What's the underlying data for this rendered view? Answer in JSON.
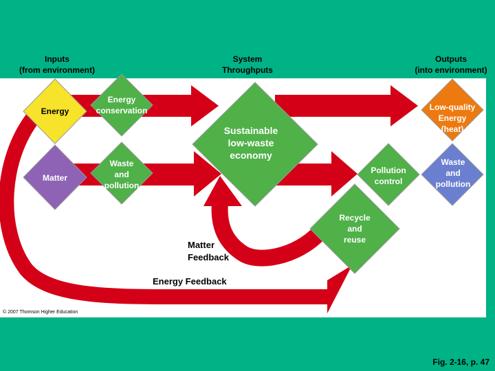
{
  "headers": {
    "inputs": [
      "Inputs",
      "(from environment)"
    ],
    "system": [
      "System",
      "Throughputs"
    ],
    "outputs": [
      "Outputs",
      "(into environment)"
    ]
  },
  "nodes": {
    "energy": "Energy",
    "matter": "Matter",
    "energy_conservation": [
      "Energy",
      "conservation"
    ],
    "waste_pollution_input": [
      "Waste",
      "and",
      "pollution"
    ],
    "sustainable_economy": [
      "Sustainable",
      "low-waste",
      "economy"
    ],
    "pollution_control": [
      "Pollution",
      "control"
    ],
    "recycle_reuse": [
      "Recycle",
      "and",
      "reuse"
    ],
    "low_quality_energy": [
      "Low-quality",
      "Energy",
      "(heat)"
    ],
    "waste_pollution_output": [
      "Waste",
      "and",
      "pollution"
    ]
  },
  "feedback": {
    "matter": [
      "Matter",
      "Feedback"
    ],
    "energy": "Energy Feedback"
  },
  "footer": {
    "copyright": "© 2007 Thomson Higher Education",
    "figure_ref": "Fig. 2-16, p. 47"
  },
  "colors": {
    "background": "#00b386",
    "arrow": "#d40017",
    "energy": "#f7e32a",
    "matter": "#8e63b5",
    "green": "#4fb148",
    "orange": "#ec7a10",
    "blue": "#6b7fd0"
  }
}
